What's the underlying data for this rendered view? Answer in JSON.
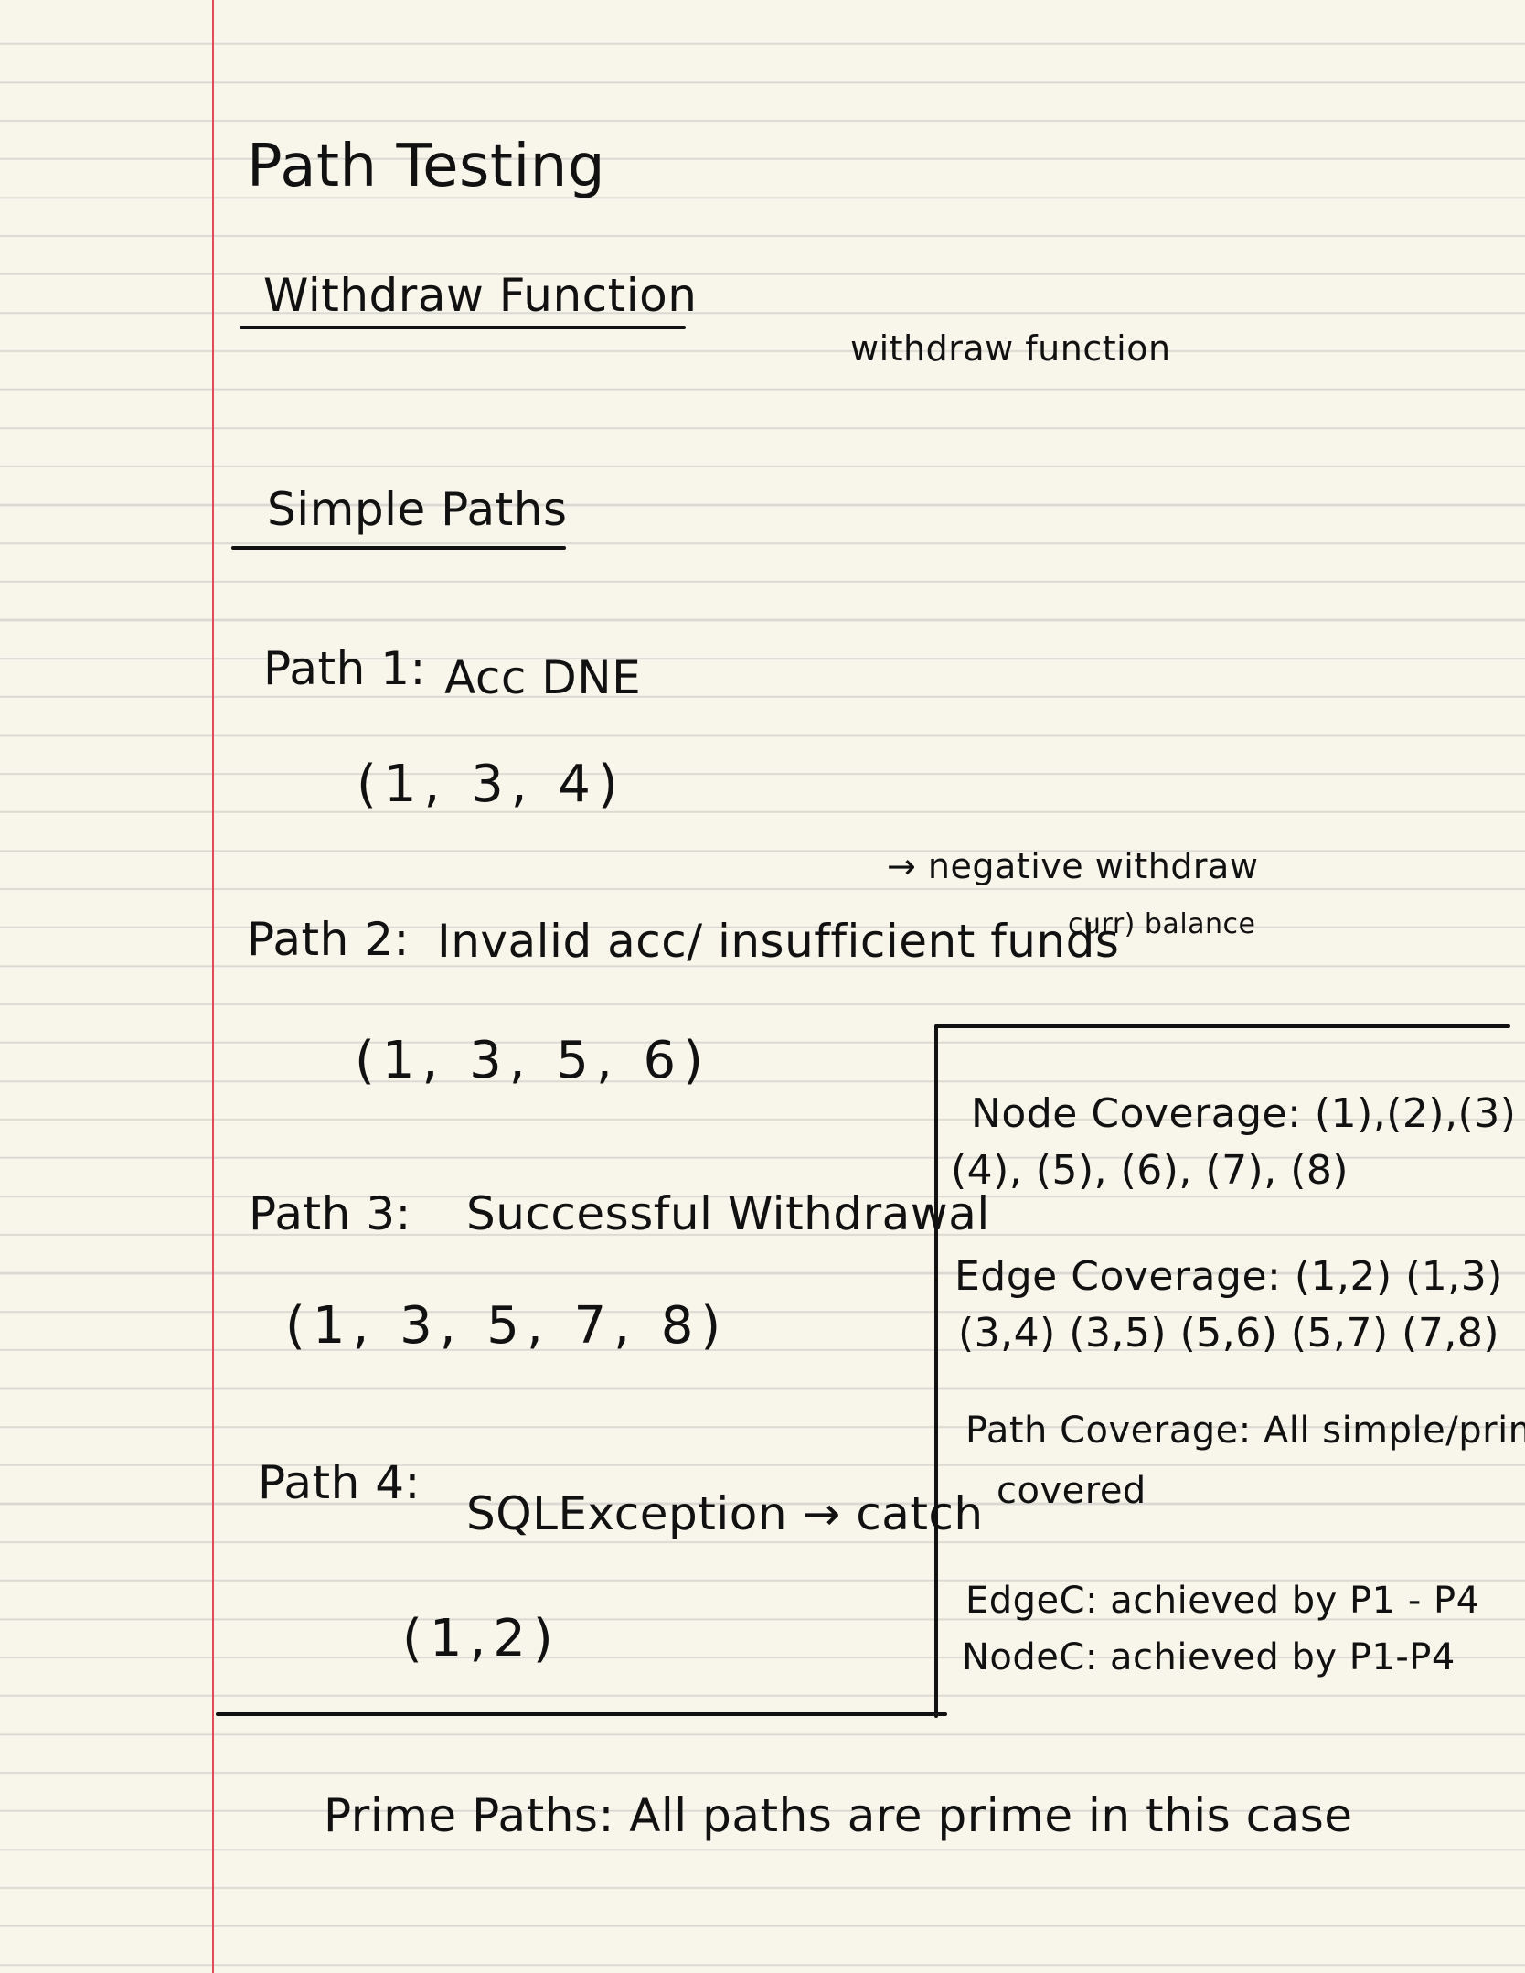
{
  "page": {
    "title": "Path Testing",
    "subtitle": "Withdraw Function",
    "side_note": "withdraw function"
  },
  "simple_paths": {
    "heading": "Simple Paths",
    "paths": [
      {
        "label": "Path 1:",
        "description": "Acc DNE",
        "tuple": "(1, 3, 4)"
      },
      {
        "label": "Path 2:",
        "description": "Invalid acc/ insufficient funds",
        "tuple": "(1, 3, 5, 6)"
      },
      {
        "label": "Path 3:",
        "description": "Successful Withdrawal",
        "tuple": "(1, 3, 5, 7, 8)"
      },
      {
        "label": "Path 4:",
        "description": "SQLException → catch",
        "tuple": "(1,2)"
      }
    ]
  },
  "annotation": {
    "arrow_note": "→ negative withdraw",
    "sub_note": "curr) balance"
  },
  "coverage_box": {
    "node_coverage_line1": "Node Coverage: (1),(2),(3)",
    "node_coverage_line2": "(4), (5), (6), (7), (8)",
    "edge_coverage_line1": "Edge Coverage: (1,2) (1,3)",
    "edge_coverage_line2": "(3,4) (3,5) (5,6) (5,7) (7,8)",
    "path_coverage_line1": "Path Coverage: All simple/prime",
    "path_coverage_line2": "covered",
    "edge_achieved": "EdgeC: achieved by P1 - P4",
    "node_achieved": "NodeC: achieved by P1-P4"
  },
  "prime_paths": {
    "text": "Prime Paths: All paths are prime in this case"
  }
}
